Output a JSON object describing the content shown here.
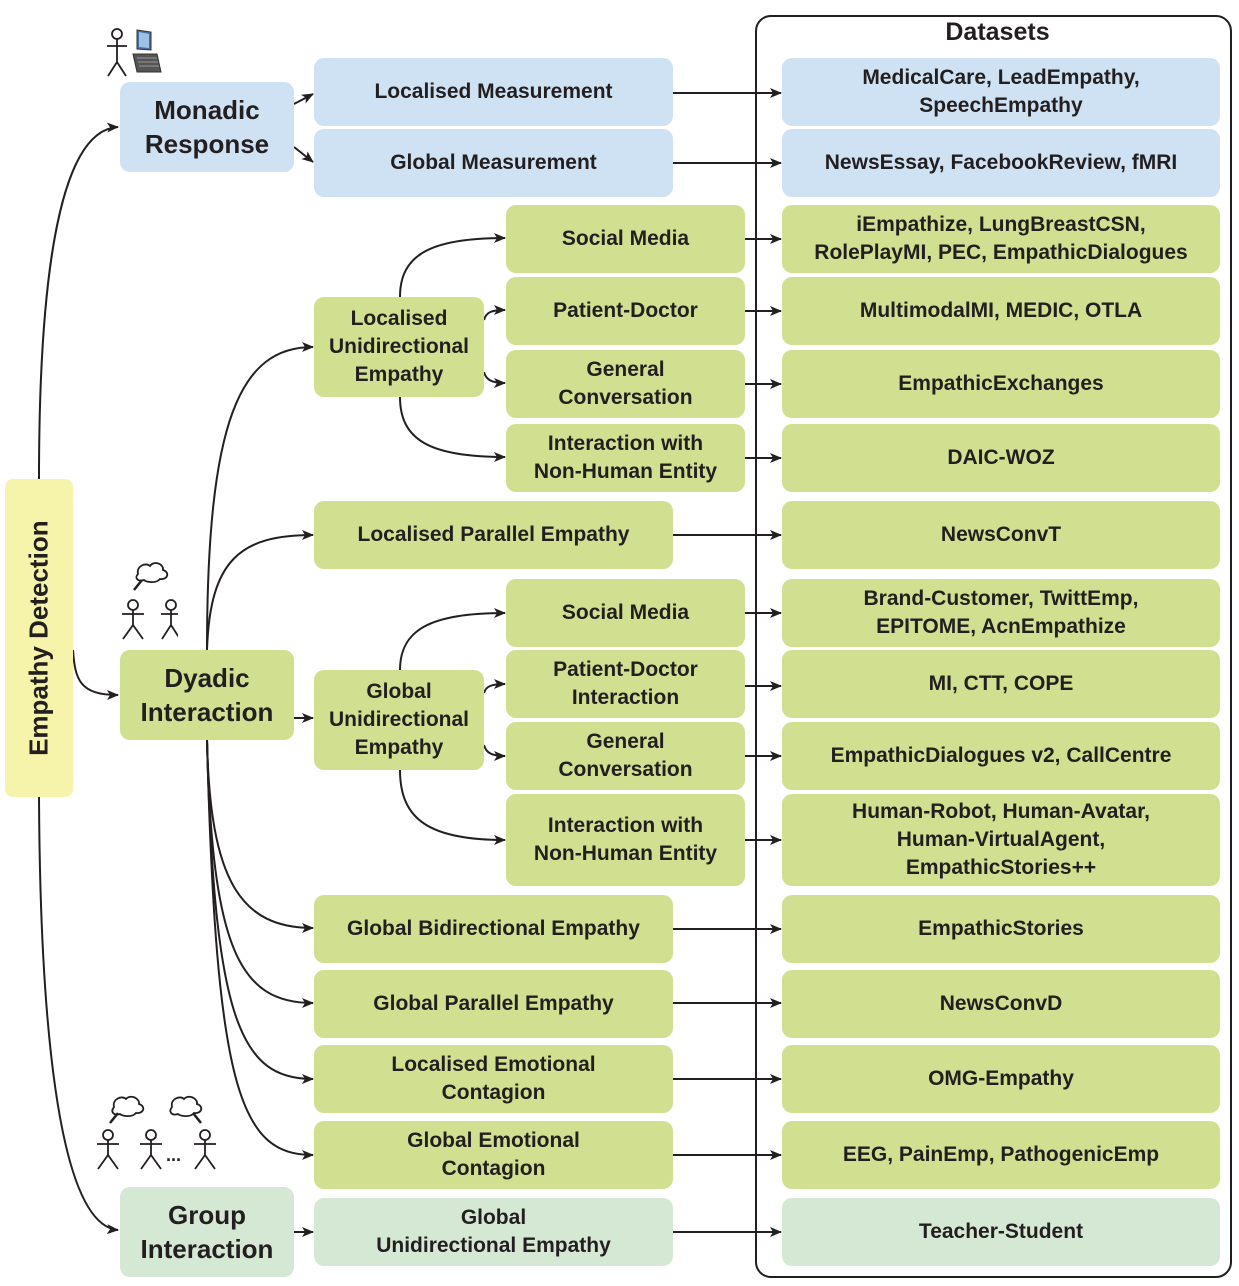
{
  "title": "Empathy Detection",
  "datasets_header": "Datasets",
  "categories": {
    "monadic": "Monadic\nResponse",
    "dyadic": "Dyadic\nInteraction",
    "group": "Group\nInteraction"
  },
  "monadic_children": [
    {
      "label": "Localised Measurement",
      "datasets": "MedicalCare, LeadEmpathy,\nSpeechEmpathy"
    },
    {
      "label": "Global Measurement",
      "datasets": "NewsEssay, FacebookReview,  fMRI"
    }
  ],
  "dyadic_children": {
    "localised_unidirectional": {
      "label": "Localised\nUnidirectional\nEmpathy",
      "children": [
        {
          "label": "Social Media",
          "datasets": "iEmpathize, LungBreastCSN,\nRolePlayMI, PEC, EmpathicDialogues"
        },
        {
          "label": "Patient-Doctor",
          "datasets": "MultimodalMI, MEDIC, OTLA"
        },
        {
          "label": "General\nConversation",
          "datasets": "EmpathicExchanges"
        },
        {
          "label": "Interaction with\nNon-Human Entity",
          "datasets": "DAIC-WOZ"
        }
      ]
    },
    "localised_parallel": {
      "label": "Localised Parallel Empathy",
      "datasets": "NewsConvT"
    },
    "global_unidirectional": {
      "label": "Global\nUnidirectional\nEmpathy",
      "children": [
        {
          "label": "Social Media",
          "datasets": "Brand-Customer, TwittEmp,\nEPITOME, AcnEmpathize"
        },
        {
          "label": "Patient-Doctor\nInteraction",
          "datasets": "MI, CTT, COPE"
        },
        {
          "label": "General\nConversation",
          "datasets": "EmpathicDialogues v2, CallCentre"
        },
        {
          "label": "Interaction with\nNon-Human Entity",
          "datasets": "Human-Robot, Human-Avatar,\nHuman-VirtualAgent,\nEmpathicStories++"
        }
      ]
    },
    "global_bidirectional": {
      "label": "Global Bidirectional Empathy",
      "datasets": "EmpathicStories"
    },
    "global_parallel": {
      "label": "Global Parallel Empathy",
      "datasets": "NewsConvD"
    },
    "localised_contagion": {
      "label": "Localised Emotional\nContagion",
      "datasets": "OMG-Empathy"
    },
    "global_contagion": {
      "label": "Global Emotional\nContagion",
      "datasets": "EEG, PainEmp, PathogenicEmp"
    }
  },
  "group_children": [
    {
      "label": "Global\nUnidirectional Empathy",
      "datasets": "Teacher-Student"
    }
  ],
  "icons": {
    "monadic": [
      "person-icon",
      "computer-icon"
    ],
    "dyadic": [
      "person-thinking-icon",
      "person-icon"
    ],
    "group": [
      "person-thinking-icon",
      "person-icon",
      "ellipsis",
      "person-thinking-icon"
    ]
  },
  "ellipsis": "...",
  "colors": {
    "monadic": "#cfe2f3",
    "dyadic": "#d0e090",
    "group": "#d5e8d4",
    "root": "#f6f3aa",
    "line": "#231f20"
  }
}
